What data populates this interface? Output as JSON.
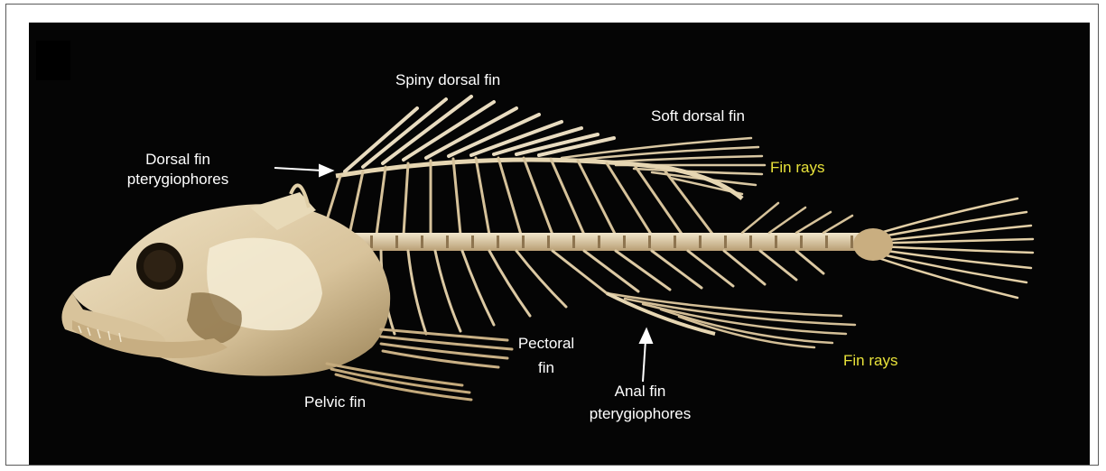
{
  "labels": {
    "spiny_dorsal_fin": "Spiny dorsal fin",
    "soft_dorsal_fin": "Soft dorsal fin",
    "dorsal_fin_pterygiophores_line1": "Dorsal fin",
    "dorsal_fin_pterygiophores_line2": "pterygiophores",
    "fin_rays_dorsal": "Fin rays",
    "pectoral_fin_line1": "Pectoral",
    "pectoral_fin_line2": "fin",
    "fin_rays_anal": "Fin rays",
    "pelvic_fin": "Pelvic fin",
    "anal_fin_pterygiophores_line1": "Anal fin",
    "anal_fin_pterygiophores_line2": "pterygiophores"
  },
  "colors": {
    "background": "#050505",
    "bone": "#e9dcc0",
    "bone_shadow": "#a8916a",
    "label_white": "#ffffff",
    "label_yellow": "#e8e23a"
  }
}
